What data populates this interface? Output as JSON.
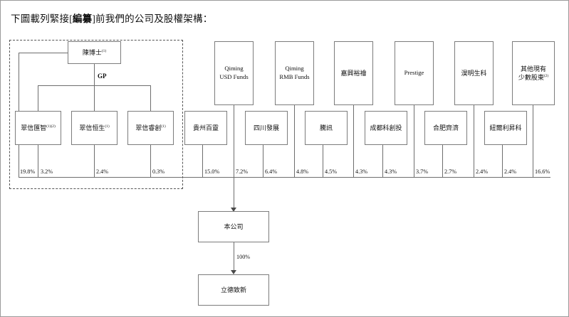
{
  "document": {
    "title_prefix": "下圖載列緊接[",
    "title_bracket_bold": "編纂",
    "title_suffix": "]前我們的公司及股權架構："
  },
  "chart_data": {
    "type": "diagram",
    "title": "下圖載列緊接[編纂]前我們的公司及股權架構：",
    "controlling_group": {
      "label": "控股集團(虛線框)",
      "top_node": {
        "name": "陳博士",
        "sup": "(1)"
      },
      "relation_label": "GP",
      "entities": [
        {
          "name": "翠信匯智",
          "sup": "(1)(2)"
        },
        {
          "name": "翠信恒生",
          "sup": "(1)"
        },
        {
          "name": "翠信睿創",
          "sup": "(1)"
        }
      ]
    },
    "tier1_nodes": [
      {
        "name": "Qiming USD Funds",
        "sup": ""
      },
      {
        "name": "Qiming RMB Funds",
        "sup": ""
      },
      {
        "name": "嘉興裕襘",
        "sup": ""
      },
      {
        "name": "Prestige",
        "sup": ""
      },
      {
        "name": "淏明生科",
        "sup": ""
      },
      {
        "name": "其他現有\n少數股東",
        "sup": "(2)"
      }
    ],
    "tier2_nodes": [
      {
        "name": "貴州百靈"
      },
      {
        "name": "四川發展"
      },
      {
        "name": "騰訊"
      },
      {
        "name": "成都科創投"
      },
      {
        "name": "合肥齊濟"
      },
      {
        "name": "紐爾利昇科"
      }
    ],
    "shareholdings": [
      {
        "holder": "翠信匯智",
        "pct": "19.8%"
      },
      {
        "holder": "翠信恒生",
        "pct": "3.2%"
      },
      {
        "holder": "翠信睿創",
        "pct": "2.4%"
      },
      {
        "holder": "陳博士",
        "pct": "0.3%"
      },
      {
        "holder": "貴州百靈",
        "pct": "15.0%"
      },
      {
        "holder": "Qiming USD Funds",
        "pct": "7.2%"
      },
      {
        "holder": "四川發展",
        "pct": "6.4%"
      },
      {
        "holder": "Qiming RMB Funds",
        "pct": "4.8%"
      },
      {
        "holder": "騰訊",
        "pct": "4.5%"
      },
      {
        "holder": "嘉興裕襘",
        "pct": "4.3%"
      },
      {
        "holder": "成都科創投",
        "pct": "4.3%"
      },
      {
        "holder": "Prestige",
        "pct": "3.7%"
      },
      {
        "holder": "合肥齊濟",
        "pct": "2.7%"
      },
      {
        "holder": "淏明生科",
        "pct": "2.4%"
      },
      {
        "holder": "紐爾利昇科",
        "pct": "2.4%"
      },
      {
        "holder": "其他現有少數股東",
        "pct": "16.6%"
      }
    ],
    "company_node": {
      "name": "本公司"
    },
    "subsidiary_edge_pct": "100%",
    "subsidiary_node": {
      "name": "立德致新"
    },
    "colors": {
      "box_border": "#7c7c7c",
      "dashed_border": "#555555",
      "line": "#6e6e6e",
      "text": "#111111",
      "background": "#ffffff"
    }
  },
  "pct_labels": {
    "p0": "19.8%",
    "p1": "3.2%",
    "p2": "2.4%",
    "p3": "0.3%",
    "p4": "15.0%",
    "p5": "7.2%",
    "p6": "6.4%",
    "p7": "4.8%",
    "p8": "4.5%",
    "p9": "4.3%",
    "p10": "4.3%",
    "p11": "3.7%",
    "p12": "2.7%",
    "p13": "2.4%",
    "p14": "2.4%",
    "p15": "16.6%"
  },
  "nodes": {
    "chen": "陳博士",
    "chen_sup": "(1)",
    "gp": "GP",
    "t1": "翠信匯智",
    "t1_sup": "(1)(2)",
    "t2": "翠信恒生",
    "t2_sup": "(1)",
    "t3": "翠信睿創",
    "t3_sup": "(1)",
    "q_usd_l1": "Qiming",
    "q_usd_l2": "USD Funds",
    "q_rmb_l1": "Qiming",
    "q_rmb_l2": "RMB Funds",
    "jiaxing": "嘉興裕襘",
    "prestige": "Prestige",
    "haoming": "淏明生科",
    "others_l1": "其他現有",
    "others_l2": "少數股東",
    "others_sup": "(2)",
    "guizhou": "貴州百靈",
    "sichuan": "四川發展",
    "tencent": "騰訊",
    "chengdu": "成都科創投",
    "hefei": "合肥齊濟",
    "nuer": "紐爾利昇科",
    "company": "本公司",
    "hundred": "100%",
    "subsidiary": "立德致新"
  }
}
